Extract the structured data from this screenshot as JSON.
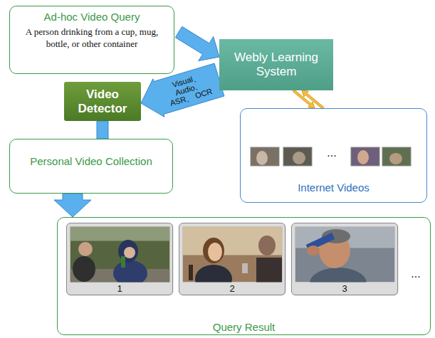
{
  "diagram": {
    "nodes": [
      {
        "text": [
          "Ad-hoc Video Query",
          "A person drinking from a cup, mug, bottle, or other container"
        ]
      },
      {
        "text": [
          "Webly Learning System"
        ]
      },
      {
        "text": [
          "Video Detector"
        ]
      },
      {
        "text": [
          "Personal Video Collection"
        ]
      },
      {
        "text": [
          "Internet Videos"
        ]
      },
      {
        "text": [
          "Query Result"
        ]
      },
      {
        "text": [
          "1"
        ],
        "in": 5
      },
      {
        "text": [
          "2"
        ],
        "in": 5
      },
      {
        "text": [
          "3"
        ],
        "in": 5
      }
    ],
    "edges": [
      {
        "from": 0,
        "to": 1,
        "arrow": "to"
      },
      {
        "from": 1,
        "to": 2,
        "label": "Visual、 Audio、 ASR、 OCR",
        "arrow": "to"
      },
      {
        "from": 1,
        "to": 4,
        "arrow": "to"
      },
      {
        "from": 4,
        "to": 1,
        "arrow": "to"
      },
      {
        "from": 2,
        "to": 3,
        "arrow": "none"
      },
      {
        "from": 3,
        "to": 5,
        "arrow": "to"
      }
    ],
    "labels": [
      "...",
      "..."
    ]
  }
}
